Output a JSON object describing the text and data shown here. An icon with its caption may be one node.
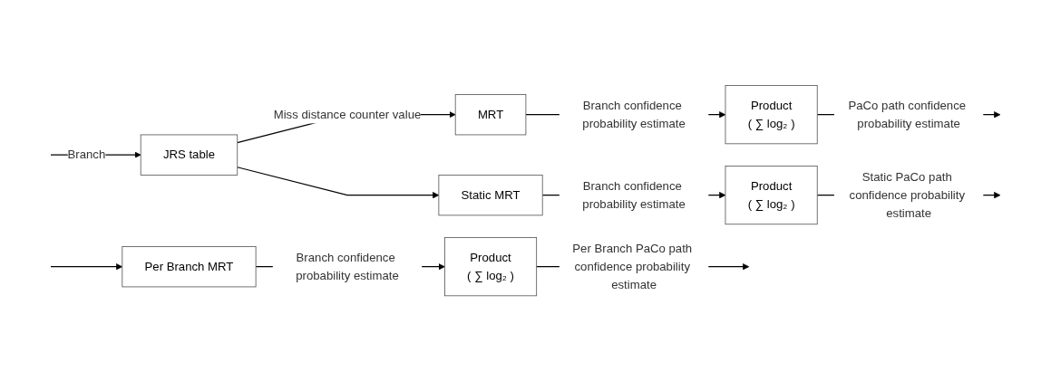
{
  "diagram": {
    "nodes": [
      {
        "text": [
          "JRS table"
        ]
      },
      {
        "text": [
          "MRT"
        ]
      },
      {
        "text": [
          "Static MRT"
        ]
      },
      {
        "text": [
          "Per Branch MRT"
        ]
      },
      {
        "text": [
          "Product",
          "( ∑ log₂ )"
        ]
      },
      {
        "text": [
          "Product",
          "( ∑ log₂ )"
        ]
      },
      {
        "text": [
          "Product",
          "( ∑ log₂ )"
        ]
      }
    ],
    "edges": [
      {
        "from": null,
        "to": 0,
        "arrow": "to",
        "label": "Branch"
      },
      {
        "from": null,
        "to": 3,
        "arrow": "to"
      },
      {
        "from": 0,
        "to": 1,
        "arrow": "to",
        "label": "Miss distance counter value"
      },
      {
        "from": 0,
        "to": 2,
        "arrow": "to"
      },
      {
        "from": 1,
        "to": 4,
        "arrow": "to",
        "label": "Branch confidence probability estimate"
      },
      {
        "from": 2,
        "to": 5,
        "arrow": "to",
        "label": "Branch confidence probability estimate"
      },
      {
        "from": 3,
        "to": 6,
        "arrow": "to",
        "label": "Branch confidence probability estimate"
      },
      {
        "from": 4,
        "to": null,
        "arrow": "to",
        "label": "PaCo path confidence probability estimate"
      },
      {
        "from": 5,
        "to": null,
        "arrow": "to",
        "label": "Static PaCo path confidence probability estimate"
      },
      {
        "from": 6,
        "to": null,
        "arrow": "to",
        "label": "Per Branch PaCo path confidence probability estimate"
      }
    ]
  }
}
